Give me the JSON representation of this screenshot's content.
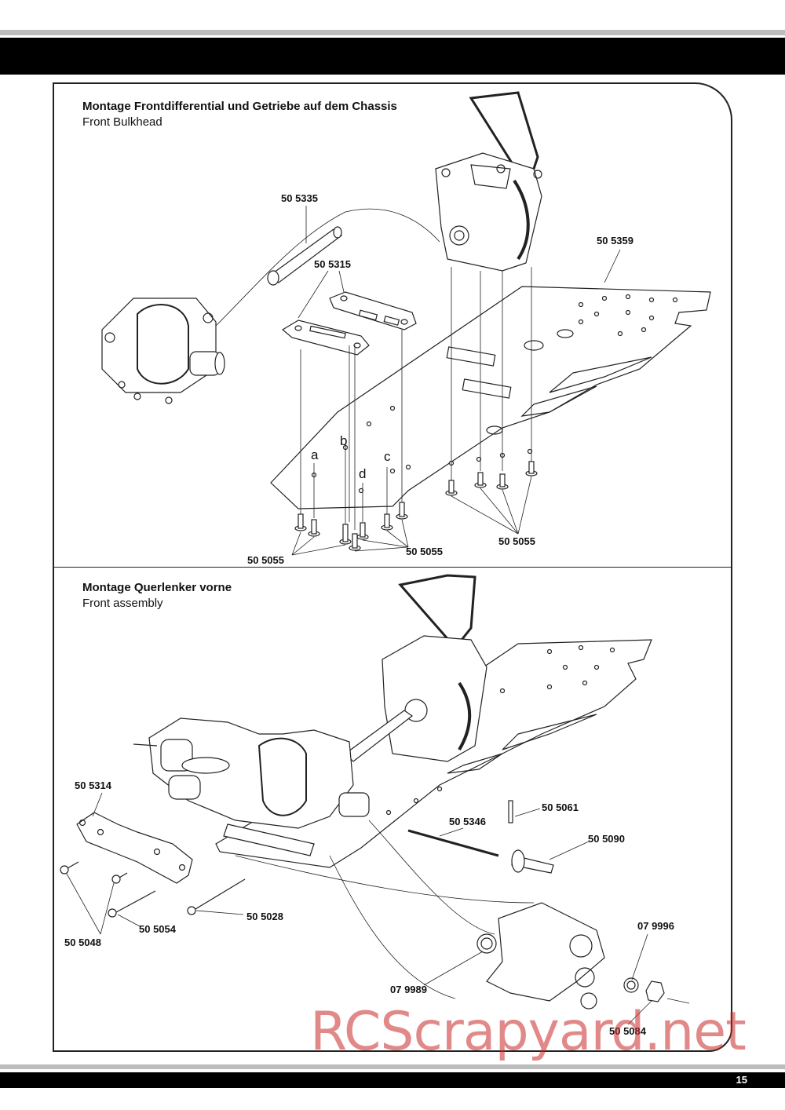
{
  "sections": [
    {
      "title": "Montage Frontdifferential und Getriebe auf dem Chassis",
      "subtitle": "Front Bulkhead",
      "labels": [
        "50 5335",
        "50 5315",
        "50 5359",
        "50 5055",
        "50 5055",
        "50 5055"
      ],
      "letters": [
        "a",
        "b",
        "c",
        "d"
      ]
    },
    {
      "title": "Montage Querlenker vorne",
      "subtitle": "Front assembly",
      "labels": [
        "50 5314",
        "50 5061",
        "50 5346",
        "50 5090",
        "50 5048",
        "50 5054",
        "50 5028",
        "07 9996",
        "07 9989",
        "50 5084"
      ]
    }
  ],
  "watermark": "RCScrapyard.net",
  "page_number": "15"
}
